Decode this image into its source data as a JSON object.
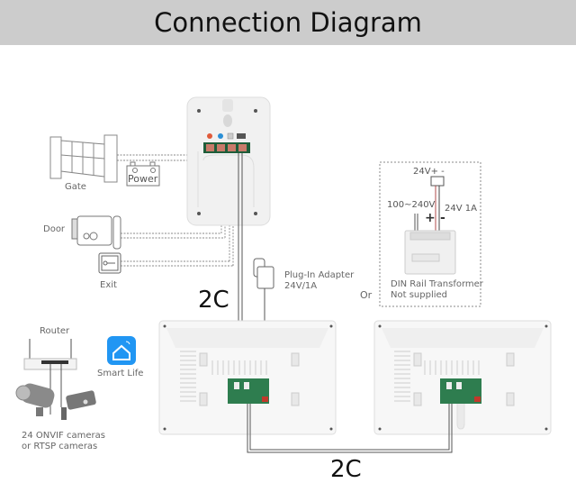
{
  "title": "Connection Diagram",
  "devices": {
    "gate": {
      "label": "Gate"
    },
    "power": {
      "label": "Power",
      "terminals": [
        "+",
        "−"
      ]
    },
    "door": {
      "label": "Door"
    },
    "exit": {
      "label": "Exit"
    },
    "outdoor_station": {
      "label": ""
    },
    "plug_adapter": {
      "line1": "Plug-In Adapter",
      "line2": "24V/1A"
    },
    "or_label": "Or",
    "din_transformer": {
      "output_label": "24V+ -",
      "input_label": "100~240V",
      "plus": "+",
      "minus": "-",
      "rating": "24V 1A",
      "line1": "DIN Rail Transformer",
      "line2": "Not supplied"
    },
    "router": {
      "label": "Router"
    },
    "smart_life": {
      "label": "Smart Life"
    },
    "cameras": {
      "line1": "24 ONVIF cameras",
      "line2": "or RTSP cameras"
    }
  },
  "wires": {
    "outdoor_to_monitor": "2C",
    "monitor_to_monitor": "2C"
  },
  "colors": {
    "title_bg": "#cccccc",
    "pcb_green": "#2e7d4f",
    "terminal_red": "#c0392b",
    "smart_life_blue": "#2196f3",
    "wire_red": "#b04a4a"
  }
}
